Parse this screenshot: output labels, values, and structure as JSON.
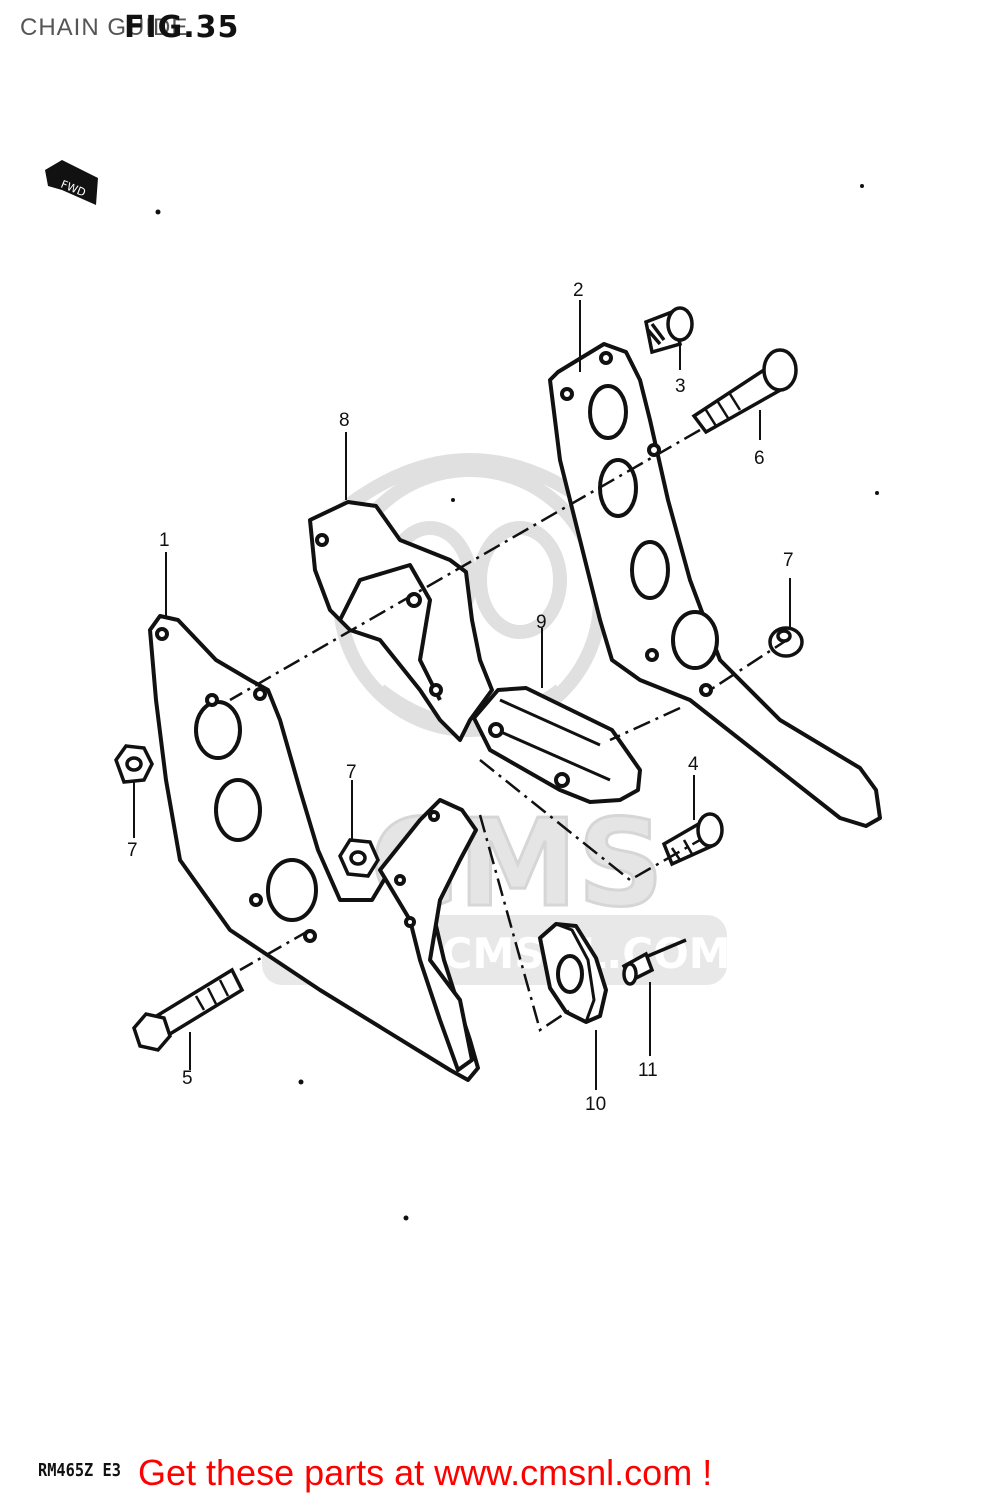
{
  "header": {
    "title": "CHAIN GUIDE",
    "figure": "FIG.35"
  },
  "callouts": [
    "1",
    "2",
    "3",
    "4",
    "5",
    "6",
    "7",
    "7",
    "7",
    "8",
    "9",
    "10",
    "11"
  ],
  "watermark": {
    "brand": "CMS",
    "url": "WWW.CMSNL.COM",
    "color": "#cfcfcf"
  },
  "footer": {
    "model_code": "RM465Z E3",
    "promo_text": "Get these parts at www.cmsnl.com !",
    "promo_color": "#ff0000"
  },
  "direction_arrow": {
    "icon": "fwd-arrow-icon",
    "label": "FWD"
  }
}
